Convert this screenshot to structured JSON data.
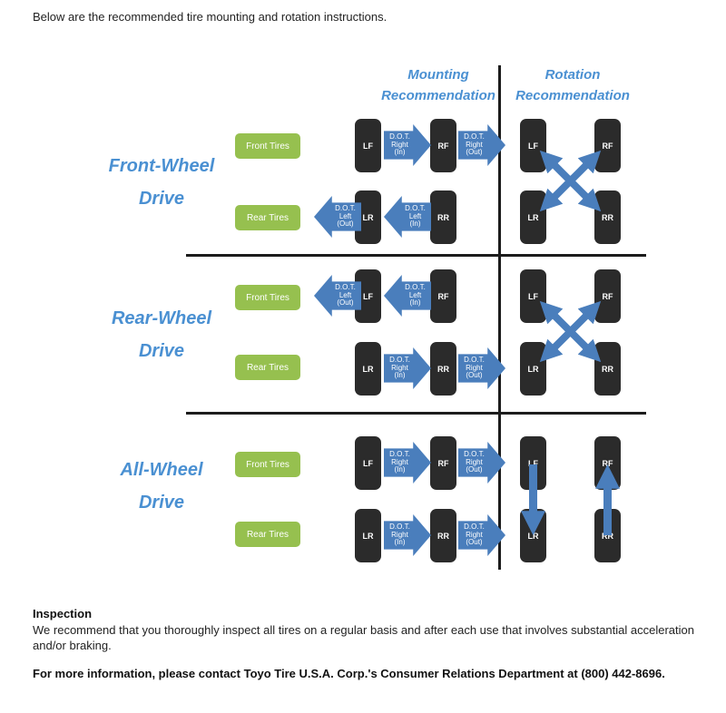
{
  "intro": "Below are the recommended tire mounting and rotation instructions.",
  "colors": {
    "heading_blue": "#4a90d2",
    "arrow_blue": "#4a7ebc",
    "tire_black": "#2b2b2b",
    "label_green": "#96c04f"
  },
  "headers": {
    "mounting": {
      "line1": "Mounting",
      "line2": "Recommendation"
    },
    "rotation": {
      "line1": "Rotation",
      "line2": "Recommendation"
    }
  },
  "rows": [
    {
      "label": {
        "line1": "Front-Wheel",
        "line2": "Drive"
      },
      "front_tires_label": "Front Tires",
      "rear_tires_label": "Rear Tires",
      "tires": {
        "lf": "LF",
        "rf": "RF",
        "lr": "LR",
        "rr": "RR"
      },
      "arrows": [
        {
          "dir": "right",
          "l1": "D.O.T.",
          "l2": "Right",
          "l3": "(In)"
        },
        {
          "dir": "right",
          "l1": "D.O.T.",
          "l2": "Right",
          "l3": "(Out)"
        },
        {
          "dir": "left",
          "l1": "D.O.T.",
          "l2": "Left",
          "l3": "(Out)"
        },
        {
          "dir": "left",
          "l1": "D.O.T.",
          "l2": "Left",
          "l3": "(In)"
        }
      ],
      "rotation_pattern": "cross"
    },
    {
      "label": {
        "line1": "Rear-Wheel",
        "line2": "Drive"
      },
      "front_tires_label": "Front Tires",
      "rear_tires_label": "Rear Tires",
      "tires": {
        "lf": "LF",
        "rf": "RF",
        "lr": "LR",
        "rr": "RR"
      },
      "arrows": [
        {
          "dir": "left",
          "l1": "D.O.T.",
          "l2": "Left",
          "l3": "(Out)"
        },
        {
          "dir": "left",
          "l1": "D.O.T.",
          "l2": "Left",
          "l3": "(In)"
        },
        {
          "dir": "right",
          "l1": "D.O.T.",
          "l2": "Right",
          "l3": "(In)"
        },
        {
          "dir": "right",
          "l1": "D.O.T.",
          "l2": "Right",
          "l3": "(Out)"
        }
      ],
      "rotation_pattern": "cross"
    },
    {
      "label": {
        "line1": "All-Wheel",
        "line2": "Drive"
      },
      "front_tires_label": "Front Tires",
      "rear_tires_label": "Rear Tires",
      "tires": {
        "lf": "LF",
        "rf": "RF",
        "lr": "LR",
        "rr": "RR"
      },
      "arrows": [
        {
          "dir": "right",
          "l1": "D.O.T.",
          "l2": "Right",
          "l3": "(In)"
        },
        {
          "dir": "right",
          "l1": "D.O.T.",
          "l2": "Right",
          "l3": "(Out)"
        },
        {
          "dir": "right",
          "l1": "D.O.T.",
          "l2": "Right",
          "l3": "(In)"
        },
        {
          "dir": "right",
          "l1": "D.O.T.",
          "l2": "Right",
          "l3": "(Out)"
        }
      ],
      "rotation_pattern": "front-to-back"
    }
  ],
  "footer": {
    "inspection_title": "Inspection",
    "inspection_body": "We recommend that you thoroughly inspect all tires on a regular basis and after each use that involves substantial acceleration and/or braking.",
    "contact": "For more information, please contact Toyo Tire U.S.A. Corp.'s Consumer Relations Department at (800) 442-8696."
  }
}
